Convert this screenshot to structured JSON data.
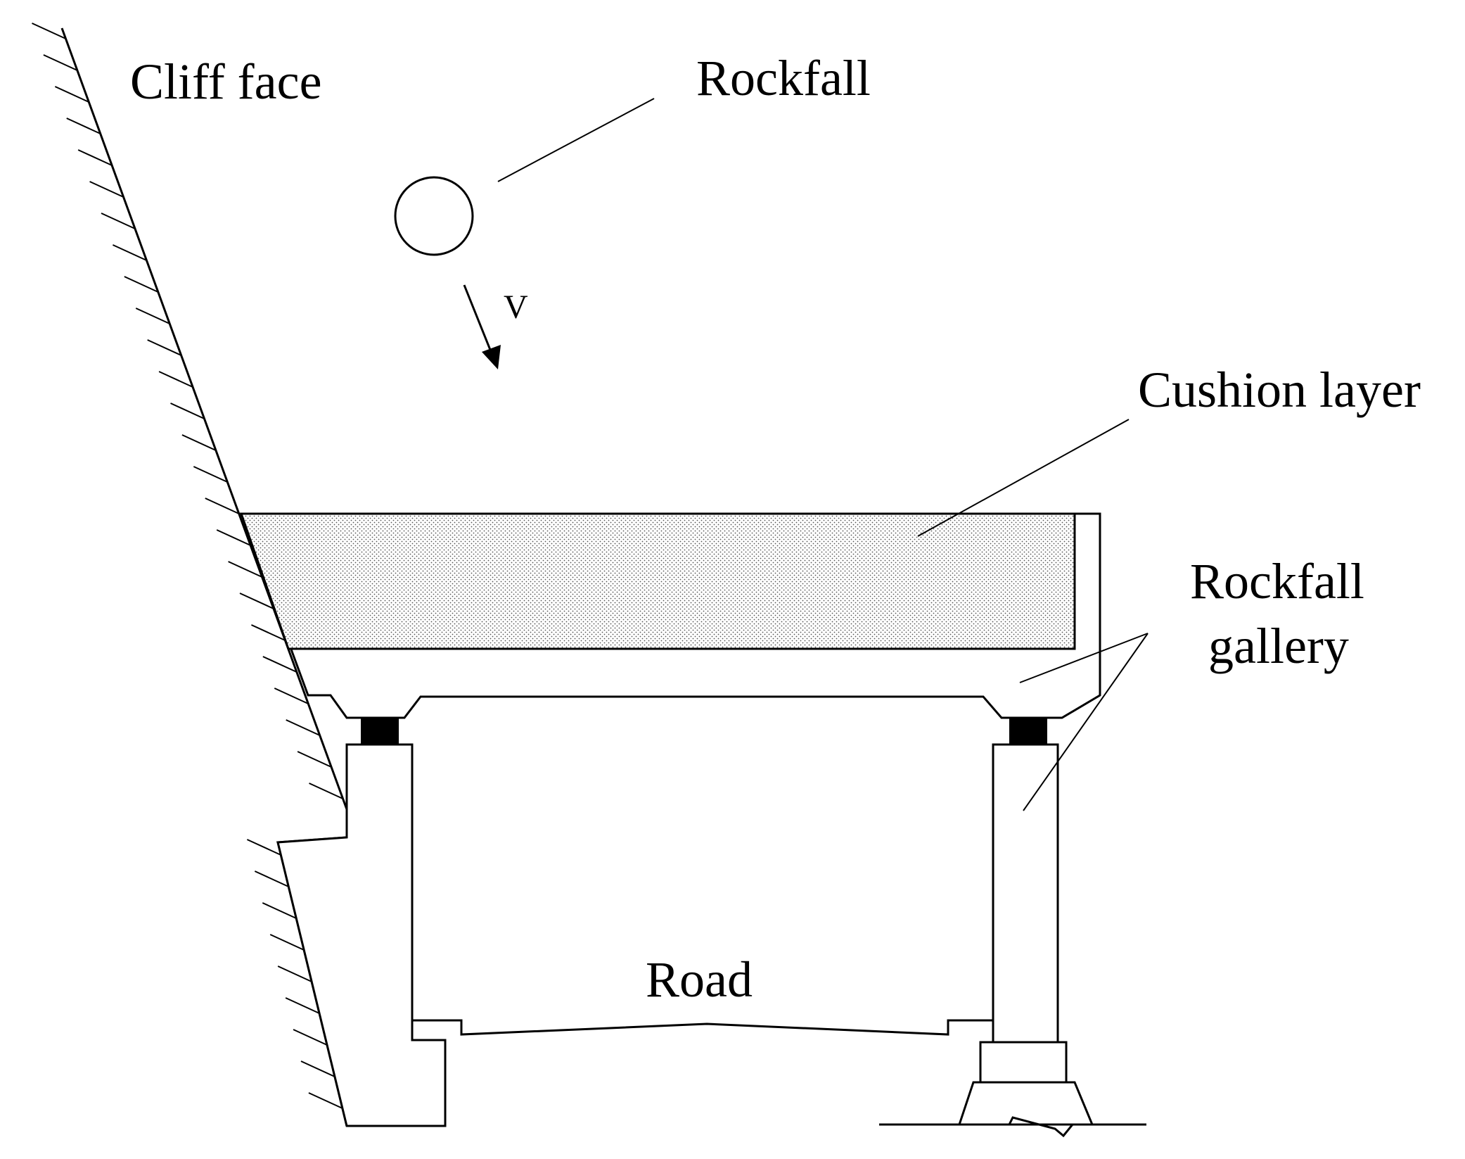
{
  "labels": {
    "cliff_face": "Cliff face",
    "rockfall": "Rockfall",
    "velocity": "V",
    "cushion_layer": "Cushion layer",
    "gallery_line1": "Rockfall",
    "gallery_line2": "gallery",
    "road": "Road"
  }
}
